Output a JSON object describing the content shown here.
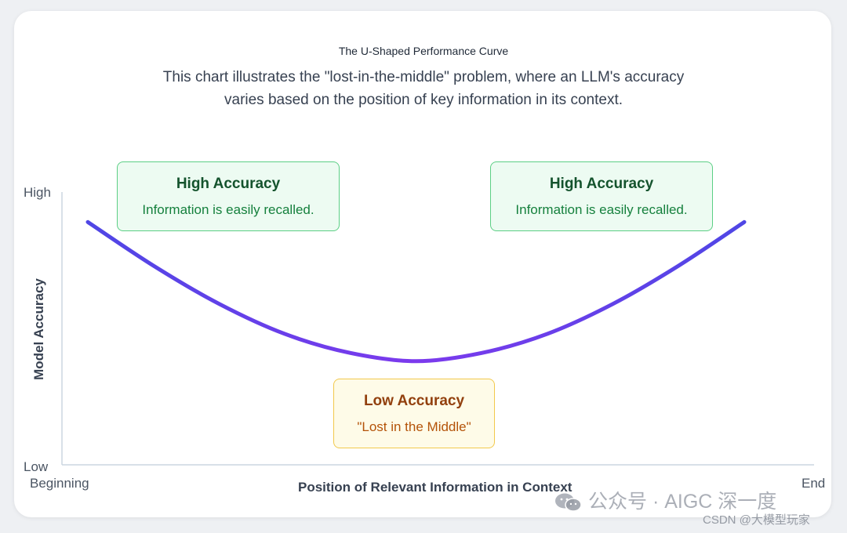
{
  "chart_data": {
    "type": "line",
    "title": "The U-Shaped Performance Curve",
    "subtitle": "This chart illustrates the \"lost-in-the-middle\" problem, where an LLM's accuracy varies based on the position of key information in its context.",
    "xlabel": "Position of Relevant Information in Context",
    "ylabel": "Model Accuracy",
    "x_tick_labels": [
      "Beginning",
      "End"
    ],
    "y_tick_labels": [
      "Low",
      "High"
    ],
    "xlim": [
      0,
      1
    ],
    "ylim": [
      0,
      1
    ],
    "series": [
      {
        "x": [
          0.0,
          0.1,
          0.2,
          0.3,
          0.4,
          0.5,
          0.6,
          0.7,
          0.8,
          0.9,
          1.0
        ],
        "y": [
          0.89,
          0.73,
          0.59,
          0.48,
          0.41,
          0.38,
          0.41,
          0.48,
          0.59,
          0.73,
          0.89
        ]
      }
    ],
    "annotations": [
      {
        "title": "High Accuracy",
        "text": "Information is easily recalled.",
        "kind": "high"
      },
      {
        "title": "High Accuracy",
        "text": "Information is easily recalled.",
        "kind": "high"
      },
      {
        "title": "Low Accuracy",
        "text": "\"Lost in the Middle\"",
        "kind": "low"
      }
    ],
    "curve_gradient": [
      "#4f46e5",
      "#7c3aed",
      "#4f46e5"
    ],
    "grid": false
  },
  "watermark": {
    "line1": "公众号 · AIGC 深一度",
    "line2": "CSDN @大模型玩家"
  }
}
